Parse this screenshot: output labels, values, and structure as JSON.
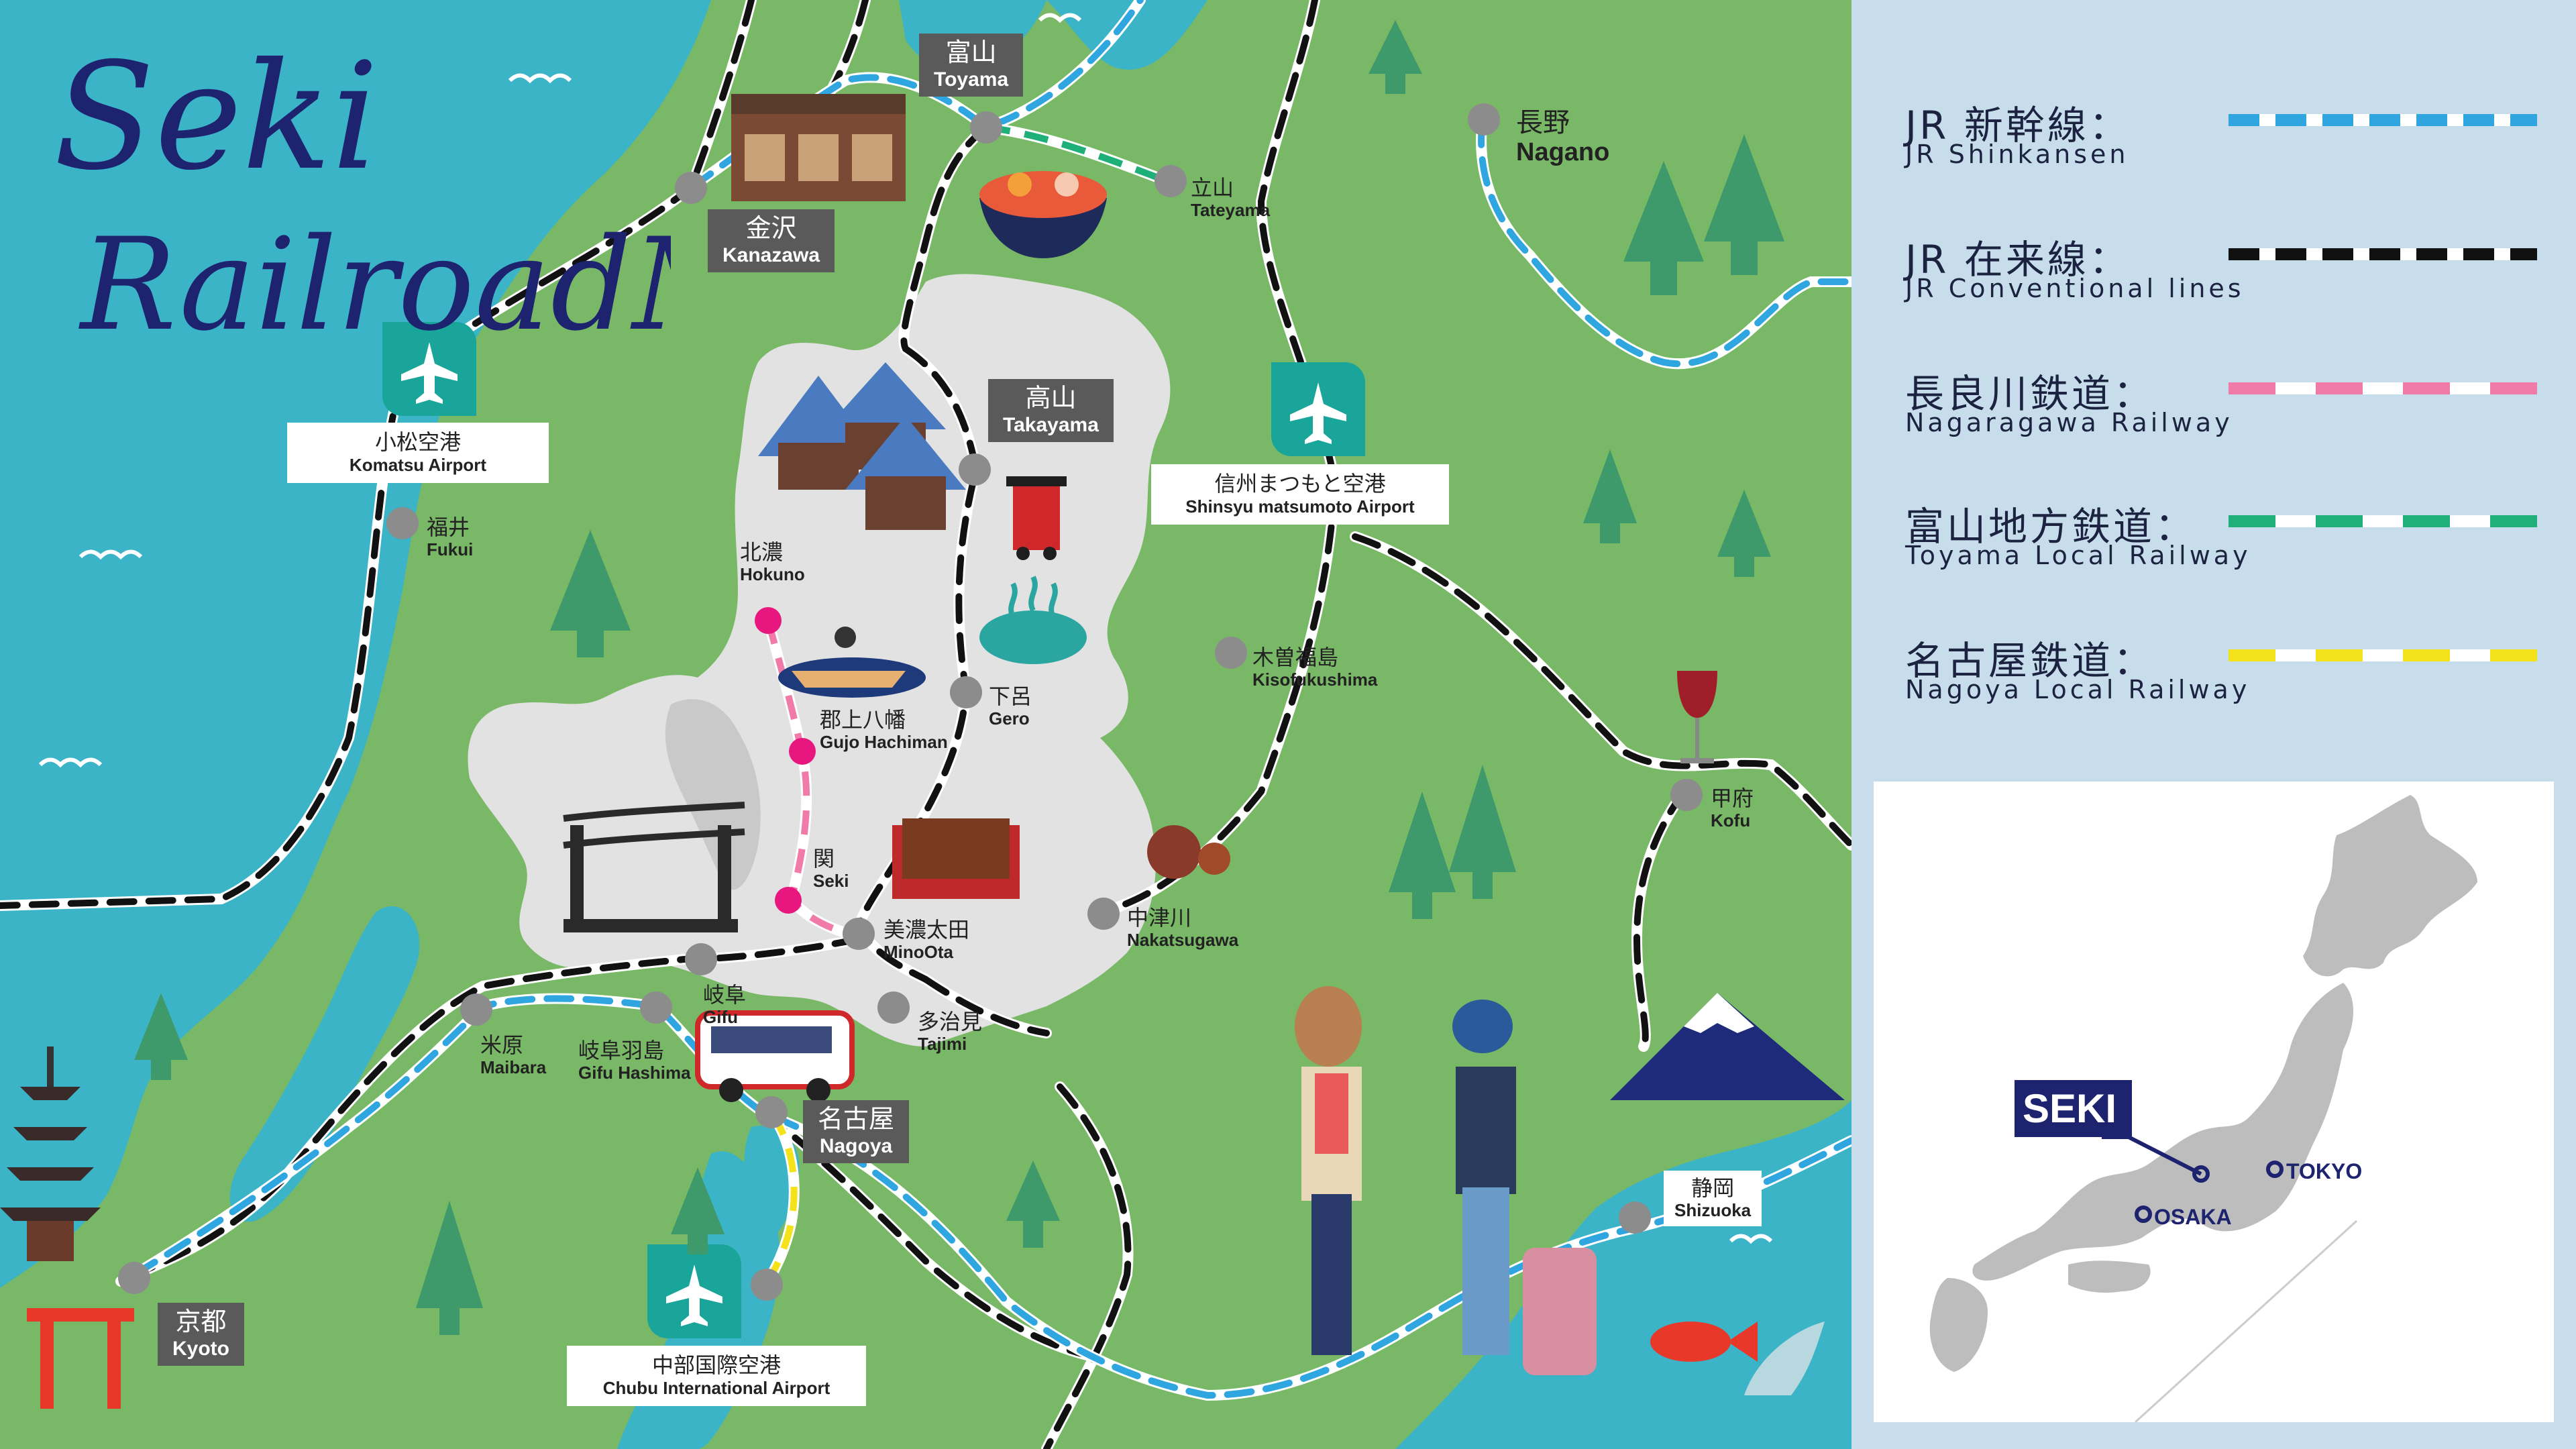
{
  "title": {
    "line1": "Seki",
    "line2": "RailroadMap"
  },
  "box_stations": [
    {
      "id": "toyama",
      "jp": "富山",
      "en": "Toyama"
    },
    {
      "id": "kanazawa",
      "jp": "金沢",
      "en": "Kanazawa"
    },
    {
      "id": "takayama",
      "jp": "高山",
      "en": "Takayama"
    },
    {
      "id": "nagoya",
      "jp": "名古屋",
      "en": "Nagoya"
    },
    {
      "id": "kyoto",
      "jp": "京都",
      "en": "Kyoto"
    }
  ],
  "stations": [
    {
      "id": "tateyama",
      "jp": "立山",
      "en": "Tateyama"
    },
    {
      "id": "nagano",
      "jp": "長野",
      "en": "Nagano"
    },
    {
      "id": "fukui",
      "jp": "福井",
      "en": "Fukui"
    },
    {
      "id": "hokuno",
      "jp": "北濃",
      "en": "Hokuno"
    },
    {
      "id": "gero",
      "jp": "下呂",
      "en": "Gero"
    },
    {
      "id": "kisofukushima",
      "jp": "木曽福島",
      "en": "Kisofukushima"
    },
    {
      "id": "gujo",
      "jp": "郡上八幡",
      "en": "Gujo Hachiman"
    },
    {
      "id": "seki",
      "jp": "関",
      "en": "Seki"
    },
    {
      "id": "minoota",
      "jp": "美濃太田",
      "en": "MinoOta"
    },
    {
      "id": "nakatsugawa",
      "jp": "中津川",
      "en": "Nakatsugawa"
    },
    {
      "id": "tajimi",
      "jp": "多治見",
      "en": "Tajimi"
    },
    {
      "id": "gifu",
      "jp": "岐阜",
      "en": "Gifu"
    },
    {
      "id": "gifuhashima",
      "jp": "岐阜羽島",
      "en": "Gifu Hashima"
    },
    {
      "id": "maibara",
      "jp": "米原",
      "en": "Maibara"
    },
    {
      "id": "kofu",
      "jp": "甲府",
      "en": "Kofu"
    },
    {
      "id": "shizuoka",
      "jp": "静岡",
      "en": "Shizuoka"
    }
  ],
  "airports": [
    {
      "id": "komatsu",
      "jp": "小松空港",
      "en": "Komatsu Airport"
    },
    {
      "id": "matsumoto",
      "jp": "信州まつもと空港",
      "en": "Shinsyu matsumoto Airport"
    },
    {
      "id": "chubu",
      "jp": "中部国際空港",
      "en": "Chubu International Airport"
    }
  ],
  "legend": [
    {
      "jp": "JR 新幹線：",
      "en": "JR Shinkansen",
      "color": "#2fa6df"
    },
    {
      "jp": "JR 在来線：",
      "en": "JR Conventional lines",
      "color": "#111111"
    },
    {
      "jp": "長良川鉄道：",
      "en": "Nagaragawa Railway",
      "color": "#f07aa8"
    },
    {
      "jp": "富山地方鉄道：",
      "en": "Toyama Local Railway",
      "color": "#1fb07a"
    },
    {
      "jp": "名古屋鉄道：",
      "en": "Nagoya Local Railway",
      "color": "#f4e21a"
    }
  ],
  "inset": {
    "seki": "SEKI",
    "tokyo": "TOKYO",
    "osaka": "OSAKA"
  },
  "colors": {
    "sea": "#3cb4c8",
    "land": "#79b866",
    "gifu": "#e2e2e2",
    "panel": "#c8ddec",
    "title": "#1e2370",
    "navy": "#1e2370"
  }
}
